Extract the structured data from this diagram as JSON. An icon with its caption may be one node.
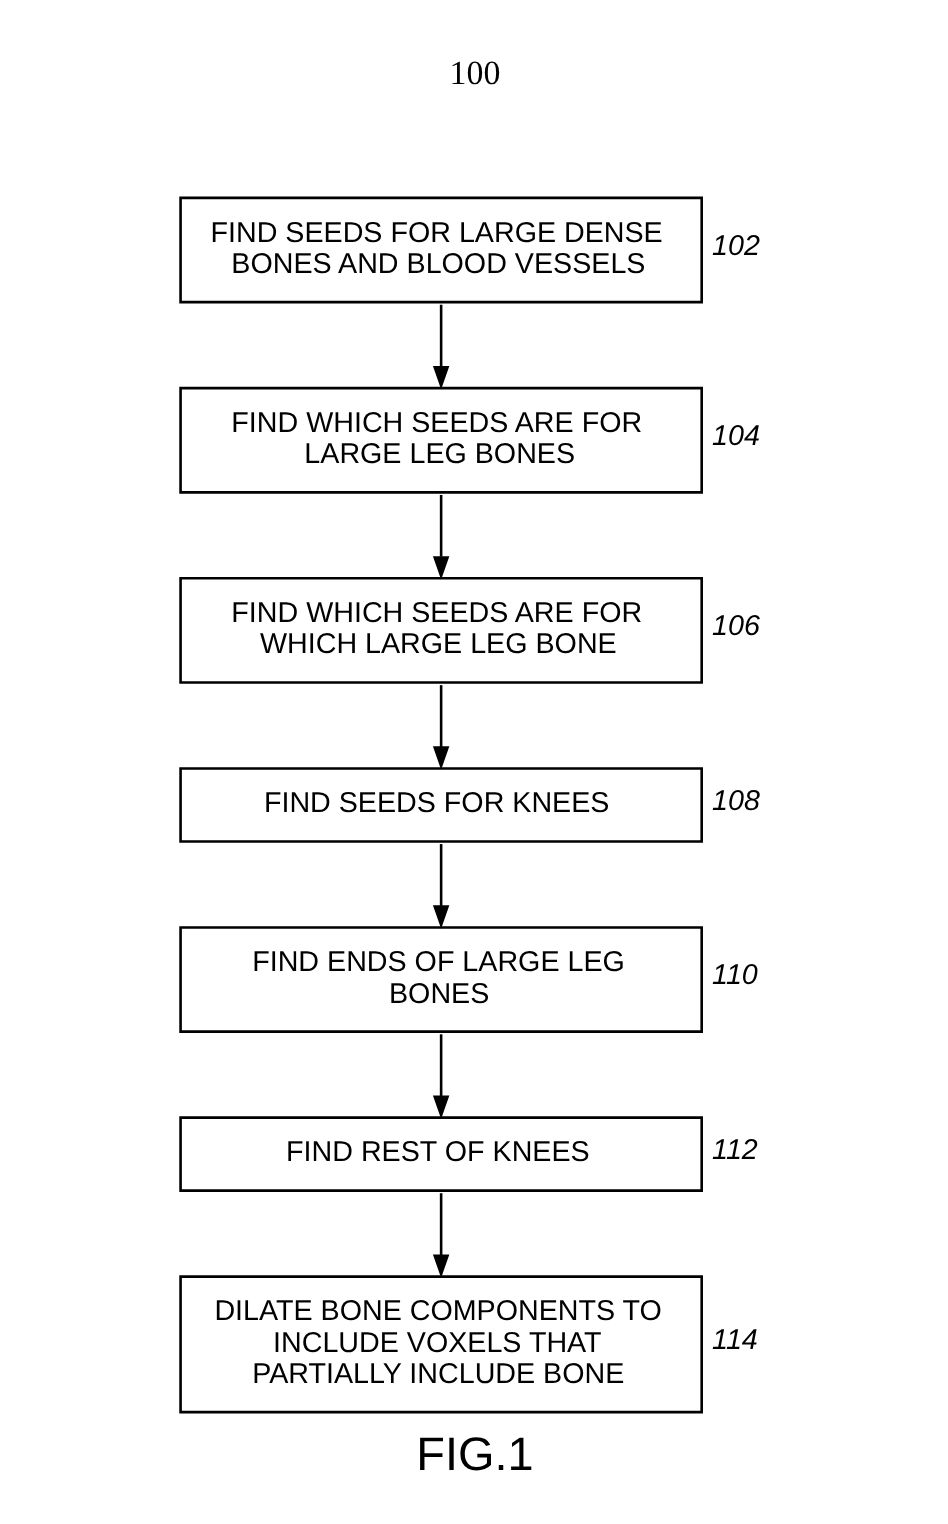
{
  "diagram": {
    "caption": "FIG.1",
    "nodes": [
      {
        "text": [
          "FIND SEEDS FOR LARGE DENSE BONES AND BLOOD VESSELS"
        ],
        "beside": [
          "102"
        ]
      },
      {
        "text": [
          "FIND WHICH SEEDS ARE FOR LARGE LEG BONES"
        ],
        "beside": [
          "104"
        ]
      },
      {
        "text": [
          "FIND WHICH SEEDS ARE FOR WHICH LARGE LEG BONE"
        ],
        "beside": [
          "106"
        ]
      },
      {
        "text": [
          "FIND SEEDS FOR KNEES"
        ],
        "beside": [
          "108"
        ]
      },
      {
        "text": [
          "FIND ENDS OF LARGE LEG BONES"
        ],
        "beside": [
          "110"
        ]
      },
      {
        "text": [
          "FIND REST OF KNEES"
        ],
        "beside": [
          "112"
        ]
      },
      {
        "text": [
          "DILATE BONE COMPONENTS TO INCLUDE VOXELS THAT PARTIALLY INCLUDE BONE"
        ],
        "beside": [
          "114"
        ]
      }
    ],
    "edges": [
      {
        "from": 0,
        "to": 1,
        "arrow": "to"
      },
      {
        "from": 1,
        "to": 2,
        "arrow": "to"
      },
      {
        "from": 2,
        "to": 3,
        "arrow": "to"
      },
      {
        "from": 3,
        "to": 4,
        "arrow": "to"
      },
      {
        "from": 4,
        "to": 5,
        "arrow": "to"
      },
      {
        "from": 5,
        "to": 6,
        "arrow": "to"
      }
    ],
    "labels": [
      "100"
    ]
  }
}
